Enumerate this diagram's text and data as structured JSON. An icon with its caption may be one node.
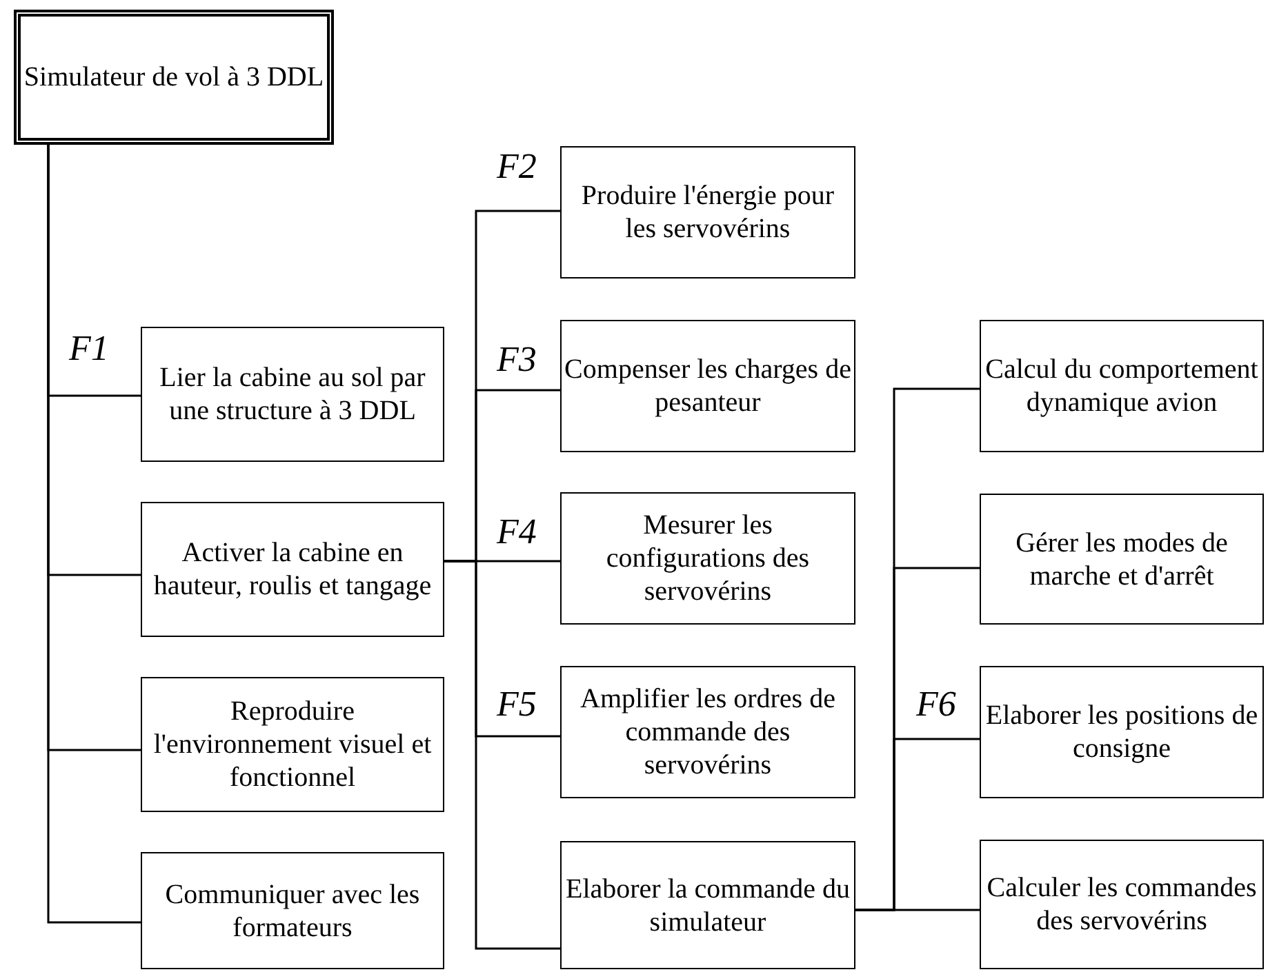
{
  "diagram": {
    "nodes": [
      {
        "text": [
          "Simulateur de vol à 3 DDL"
        ]
      },
      {
        "text": [
          "Lier la cabine au sol par une structure à 3 DDL"
        ],
        "beside": [
          "F1"
        ]
      },
      {
        "text": [
          "Activer la cabine en hauteur, roulis et tangage"
        ]
      },
      {
        "text": [
          "Reproduire l'environnement visuel et fonctionnel"
        ]
      },
      {
        "text": [
          "Communiquer avec les formateurs"
        ]
      },
      {
        "text": [
          "Produire l'énergie pour les servovérins"
        ],
        "beside": [
          "F2"
        ]
      },
      {
        "text": [
          "Compenser les charges de pesanteur"
        ],
        "beside": [
          "F3"
        ]
      },
      {
        "text": [
          "Mesurer les configurations des servovérins"
        ],
        "beside": [
          "F4"
        ]
      },
      {
        "text": [
          "Amplifier les ordres de commande des servovérins"
        ],
        "beside": [
          "F5"
        ]
      },
      {
        "text": [
          "Elaborer la commande du simulateur"
        ]
      },
      {
        "text": [
          "Calcul du comportement dynamique avion"
        ]
      },
      {
        "text": [
          "Gérer les modes de marche et d'arrêt"
        ]
      },
      {
        "text": [
          "Elaborer les positions de consigne"
        ],
        "beside": [
          "F6"
        ]
      },
      {
        "text": [
          "Calculer les commandes des servovérins"
        ]
      }
    ],
    "edges": [
      {
        "from": 0,
        "to": 1,
        "arrow": "none"
      },
      {
        "from": 0,
        "to": 2,
        "arrow": "none"
      },
      {
        "from": 0,
        "to": 3,
        "arrow": "none"
      },
      {
        "from": 0,
        "to": 4,
        "arrow": "none"
      },
      {
        "from": 2,
        "to": 5,
        "arrow": "none"
      },
      {
        "from": 2,
        "to": 6,
        "arrow": "none"
      },
      {
        "from": 2,
        "to": 7,
        "arrow": "none"
      },
      {
        "from": 2,
        "to": 8,
        "arrow": "none"
      },
      {
        "from": 2,
        "to": 9,
        "arrow": "none"
      },
      {
        "from": 9,
        "to": 10,
        "arrow": "none"
      },
      {
        "from": 9,
        "to": 11,
        "arrow": "none"
      },
      {
        "from": 9,
        "to": 12,
        "arrow": "none"
      },
      {
        "from": 9,
        "to": 13,
        "arrow": "none"
      }
    ]
  }
}
